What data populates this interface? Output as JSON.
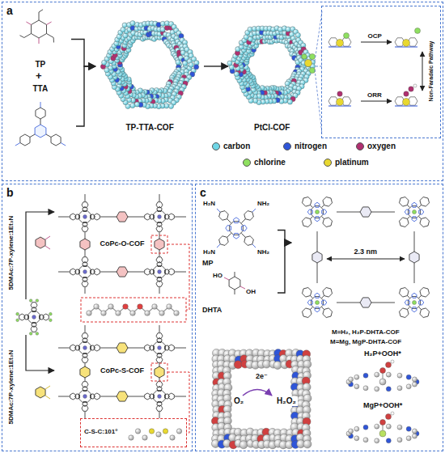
{
  "diagram": {
    "nodes": [
      {
        "text": [
          "a"
        ]
      },
      {
        "text": [
          "TP"
        ],
        "in": 0
      },
      {
        "text": [
          "TTA"
        ],
        "in": 0
      },
      {
        "text": [
          "TP-TTA-COF"
        ],
        "in": 0
      },
      {
        "text": [
          "PtCl-COF"
        ],
        "in": 0
      },
      {
        "text": [
          "OCP",
          "ORR",
          "Non-Faradaic Pathway"
        ],
        "in": 0
      },
      {
        "text": [
          "b"
        ]
      },
      {
        "text": [
          "CoPc-O-COF"
        ],
        "in": 6
      },
      {
        "text": [
          "CoPc-S-COF"
        ],
        "in": 6
      },
      {
        "text": [
          "C-S-C:101°"
        ],
        "in": 6
      },
      {
        "text": [
          "c"
        ]
      },
      {
        "text": [
          "MP"
        ],
        "in": 10
      },
      {
        "text": [
          "DHTA"
        ],
        "in": 10
      },
      {
        "text": [
          "2.3 nm",
          "M=H₂, H₂P-DHTA-COF",
          "M=Mg, MgP-DHTA-COF"
        ],
        "in": 10
      },
      {
        "text": [
          "O₂",
          "2e⁻",
          "H₂O₂"
        ],
        "in": 10
      },
      {
        "text": [
          "H₂P+OOH*"
        ],
        "in": 10
      },
      {
        "text": [
          "MgP+OOH*"
        ],
        "in": 10
      }
    ],
    "edges": [
      {
        "from": 1,
        "to": 3,
        "arrow": "to"
      },
      {
        "from": 2,
        "to": 3,
        "arrow": "to"
      },
      {
        "from": 3,
        "to": 4,
        "arrow": "to"
      },
      {
        "from": 4,
        "to": 5,
        "arrow": "none"
      },
      {
        "from": 11,
        "to": 13,
        "arrow": "to"
      },
      {
        "from": 12,
        "to": 13,
        "arrow": "to"
      }
    ],
    "labels": [
      "+",
      "5DMAc:7P-xylene:1Et₃N",
      "5DMAc:7P-xylene:1Et₃N",
      "H₂N",
      "NH₂",
      "H₂N",
      "NH₂",
      "HO",
      "OH"
    ],
    "legend": [
      {
        "text": "carbon",
        "color": "#6fd6e6"
      },
      {
        "text": "nitrogen",
        "color": "#2f55d8"
      },
      {
        "text": "oxygen",
        "color": "#b03070"
      },
      {
        "text": "chlorine",
        "color": "#8fe060"
      },
      {
        "text": "platinum",
        "color": "#e8d830"
      }
    ]
  }
}
